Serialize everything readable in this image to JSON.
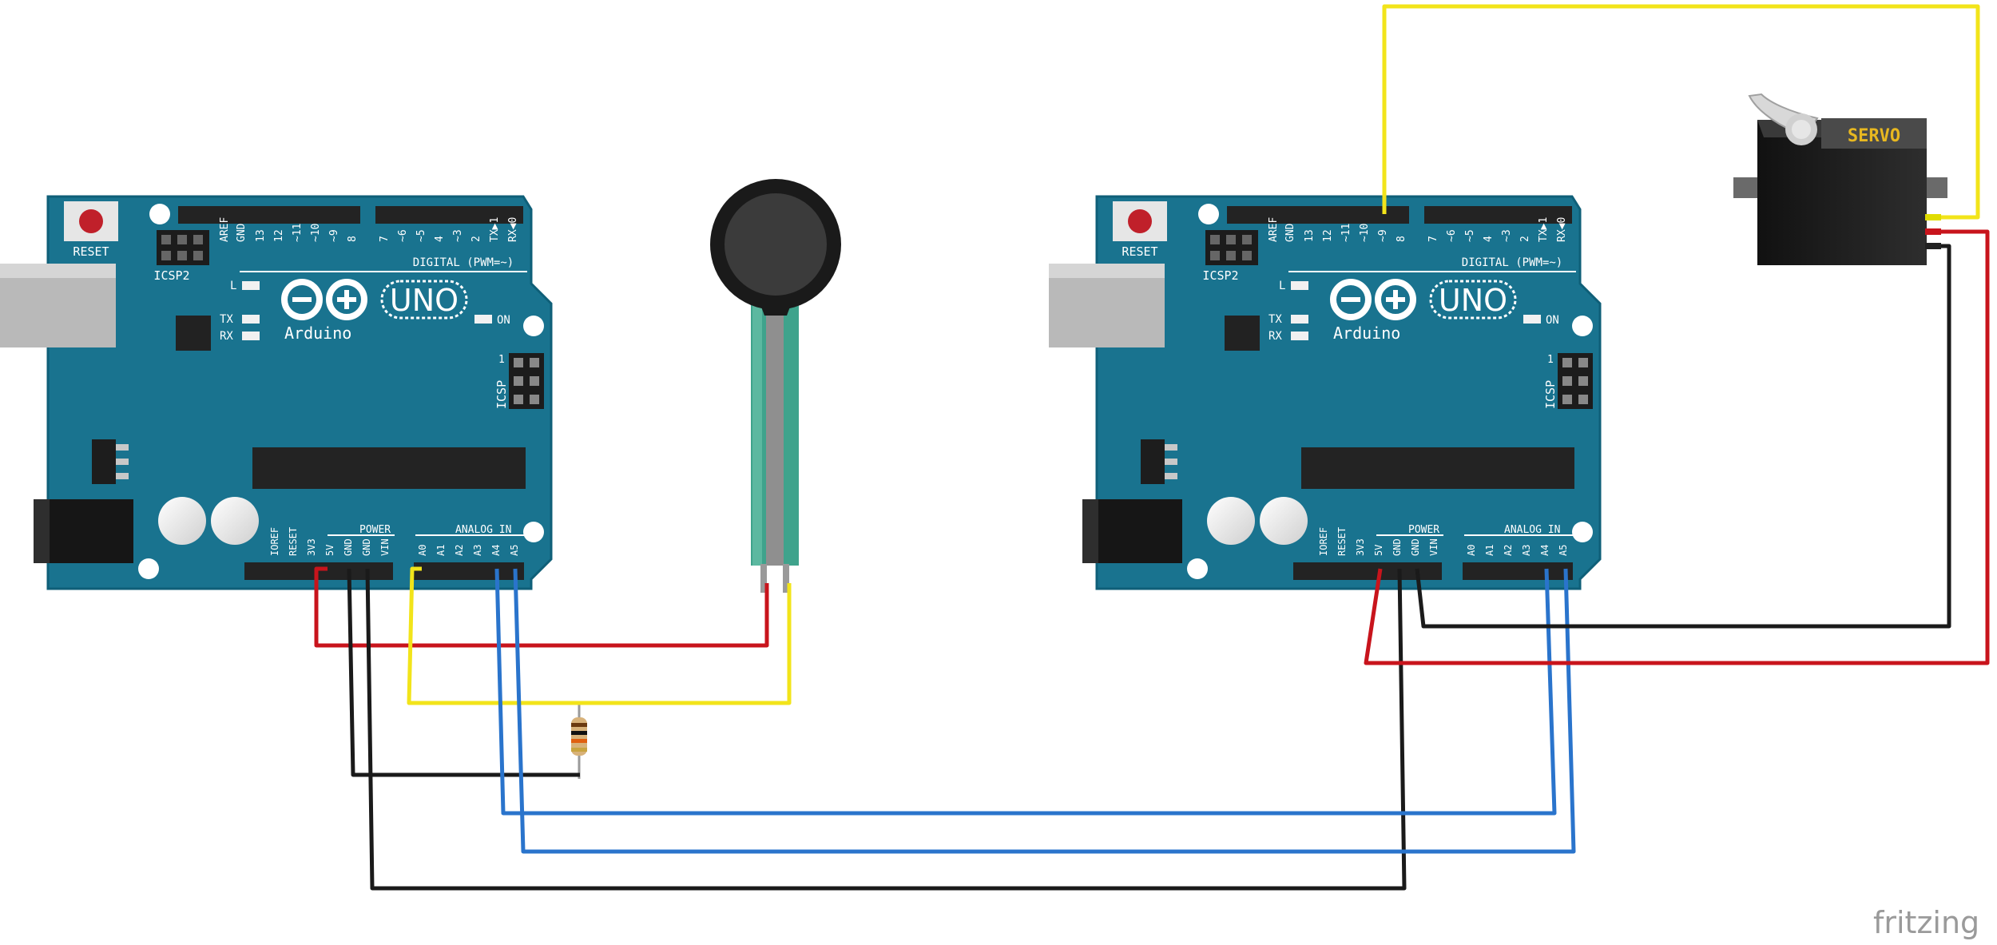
{
  "diagram": {
    "watermark": "fritzing",
    "colors": {
      "board": "#19738f",
      "board_edge": "#0f5f78",
      "wire_red": "#c8141c",
      "wire_yellow": "#f2e41a",
      "wire_blue": "#2a74cc",
      "wire_black": "#1a1a1a",
      "header": "#2b2b2b",
      "usb": "#b8b8b8",
      "fsr_strip": "#3fa38c"
    },
    "board_left": {
      "reset": "RESET",
      "icsp2": "ICSP2",
      "aref": "AREF",
      "gnd_top": "GND",
      "digital_pins": [
        "13",
        "12",
        "~11",
        "~10",
        "~9",
        "8",
        "7",
        "~6",
        "~5",
        "4",
        "~3",
        "2",
        "TX▶1",
        "RX◀0"
      ],
      "digital_label": "DIGITAL (PWM=~)",
      "led_l": "L",
      "tx": "TX",
      "rx": "RX",
      "on": "ON",
      "uno": "UNO",
      "brand": "Arduino",
      "icsp": "ICSP",
      "icsp_pin1": "1",
      "power_pins": [
        "IOREF",
        "RESET",
        "3V3",
        "5V",
        "GND",
        "GND",
        "VIN"
      ],
      "power_label": "POWER",
      "analog_pins": [
        "A0",
        "A1",
        "A2",
        "A3",
        "A4",
        "A5"
      ],
      "analog_label": "ANALOG IN"
    },
    "board_right": {
      "reset": "RESET",
      "icsp2": "ICSP2",
      "aref": "AREF",
      "gnd_top": "GND",
      "digital_pins": [
        "13",
        "12",
        "~11",
        "~10",
        "~9",
        "8",
        "7",
        "~6",
        "~5",
        "4",
        "~3",
        "2",
        "TX▶1",
        "RX◀0"
      ],
      "digital_label": "DIGITAL (PWM=~)",
      "led_l": "L",
      "tx": "TX",
      "rx": "RX",
      "on": "ON",
      "uno": "UNO",
      "brand": "Arduino",
      "icsp": "ICSP",
      "icsp_pin1": "1",
      "power_pins": [
        "IOREF",
        "RESET",
        "3V3",
        "5V",
        "GND",
        "GND",
        "VIN"
      ],
      "power_label": "POWER",
      "analog_pins": [
        "A0",
        "A1",
        "A2",
        "A3",
        "A4",
        "A5"
      ],
      "analog_label": "ANALOG IN"
    },
    "servo": {
      "label": "SERVO",
      "label_color": "#e8b820"
    },
    "components": [
      "force-sensitive-resistor",
      "resistor",
      "servo-motor"
    ]
  }
}
